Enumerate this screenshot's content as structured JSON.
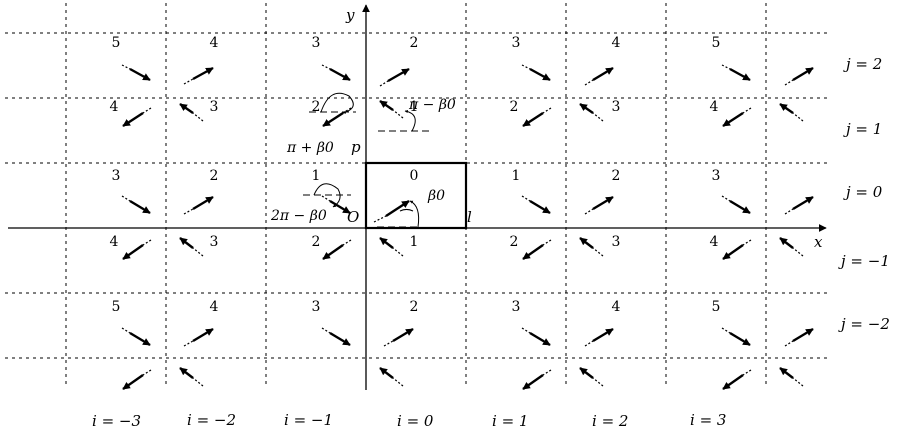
{
  "axes": {
    "x_label": "x",
    "y_label": "y",
    "origin_label": "O"
  },
  "corner_labels": {
    "l": "l",
    "p": "p"
  },
  "row_labels": [
    "j = 2",
    "j = 1",
    "j = 0",
    "j = −1",
    "j = −2"
  ],
  "col_labels": [
    "i = −3",
    "i = −2",
    "i = −1",
    "i = 0",
    "i = 1",
    "i = 2",
    "i = 3"
  ],
  "angle_labels": {
    "beta0": "β0",
    "pi_minus_beta0": "π − β0",
    "pi_plus_beta0": "π + β0",
    "two_pi_minus_beta0": "2π − β0"
  },
  "cell_numbers": {
    "row_j2": [
      "5",
      "4",
      "3",
      "2",
      "3",
      "4",
      "5"
    ],
    "row_j1": [
      "4",
      "3",
      "2",
      "1",
      "2",
      "3",
      "4"
    ],
    "row_j0": [
      "3",
      "2",
      "1",
      "0",
      "1",
      "2",
      "3"
    ],
    "row_jm1": [
      "4",
      "3",
      "2",
      "1",
      "2",
      "3",
      "4"
    ],
    "row_jm2": [
      "5",
      "4",
      "3",
      "2",
      "3",
      "4",
      "5"
    ]
  },
  "colors": {
    "line": "#000000",
    "background": "#ffffff"
  }
}
